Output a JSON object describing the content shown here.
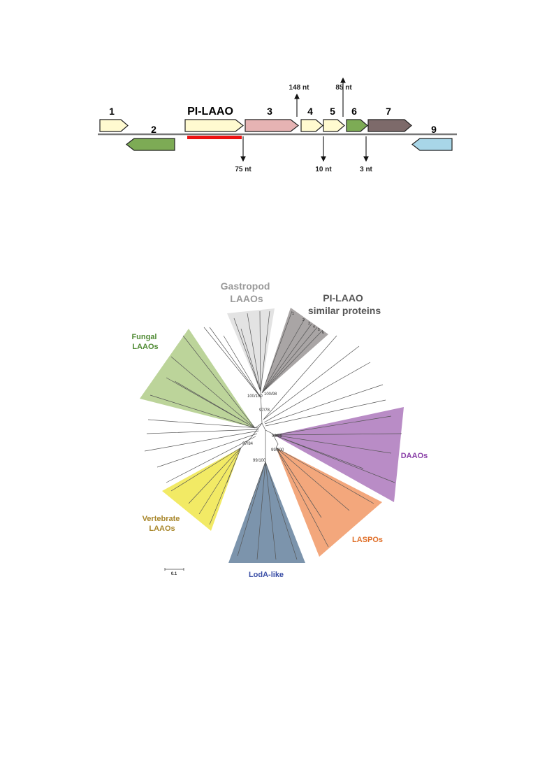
{
  "gene_map": {
    "genes": [
      {
        "label": "1",
        "color": "#fffad0",
        "strand": "+"
      },
      {
        "label": "2",
        "color": "#7dab55",
        "strand": "-"
      },
      {
        "label": "PI-LAAO",
        "color": "#fffad0",
        "strand": "+"
      },
      {
        "label": "3",
        "color": "#e6b3b3",
        "strand": "+"
      },
      {
        "label": "4",
        "color": "#fffad0",
        "strand": "+"
      },
      {
        "label": "5",
        "color": "#fffad0",
        "strand": "+"
      },
      {
        "label": "6",
        "color": "#7dab55",
        "strand": "+"
      },
      {
        "label": "7",
        "color": "#7d6a6a",
        "strand": "+"
      },
      {
        "label": "9",
        "color": "#a8d6e8",
        "strand": "-"
      }
    ],
    "intergenic": [
      {
        "label": "148 nt",
        "direction": "up"
      },
      {
        "label": "85 nt",
        "direction": "up"
      },
      {
        "label": "75 nt",
        "direction": "down"
      },
      {
        "label": "10 nt",
        "direction": "down"
      },
      {
        "label": "3 nt",
        "direction": "down"
      }
    ],
    "highlight_color": "#ee1111"
  },
  "tree": {
    "clades": [
      {
        "label_lines": [
          "Gastropod",
          "LAAOs"
        ],
        "color": "#9a9a9a",
        "fill": "#e3e3e3"
      },
      {
        "label_lines": [
          "PI-LAAO",
          "similar proteins"
        ],
        "color": "#555555",
        "fill": "#a9a5a5"
      },
      {
        "label_lines": [
          "Fungal",
          "LAAOs"
        ],
        "color": "#4f8a33",
        "fill": "#bcd49a"
      },
      {
        "label_lines": [
          "DAAOs"
        ],
        "color": "#8a40a8",
        "fill": "#b98cc6"
      },
      {
        "label_lines": [
          "LASPOs"
        ],
        "color": "#e0702a",
        "fill": "#f3a77c"
      },
      {
        "label_lines": [
          "LodA-like"
        ],
        "color": "#3a4ea6",
        "fill": "#7c94ac"
      },
      {
        "label_lines": [
          "Vertebrate",
          "LAAOs"
        ],
        "color": "#a8862a",
        "fill": "#f2ea65"
      }
    ],
    "bootstrap": [
      "100/100",
      "100/98",
      "97/78",
      "97/84",
      "99/100",
      "99/100",
      "99/99"
    ],
    "leaf_numbers": [
      "1",
      "2",
      "3",
      "4",
      "5",
      "6"
    ],
    "scale_bar": "0.1"
  }
}
